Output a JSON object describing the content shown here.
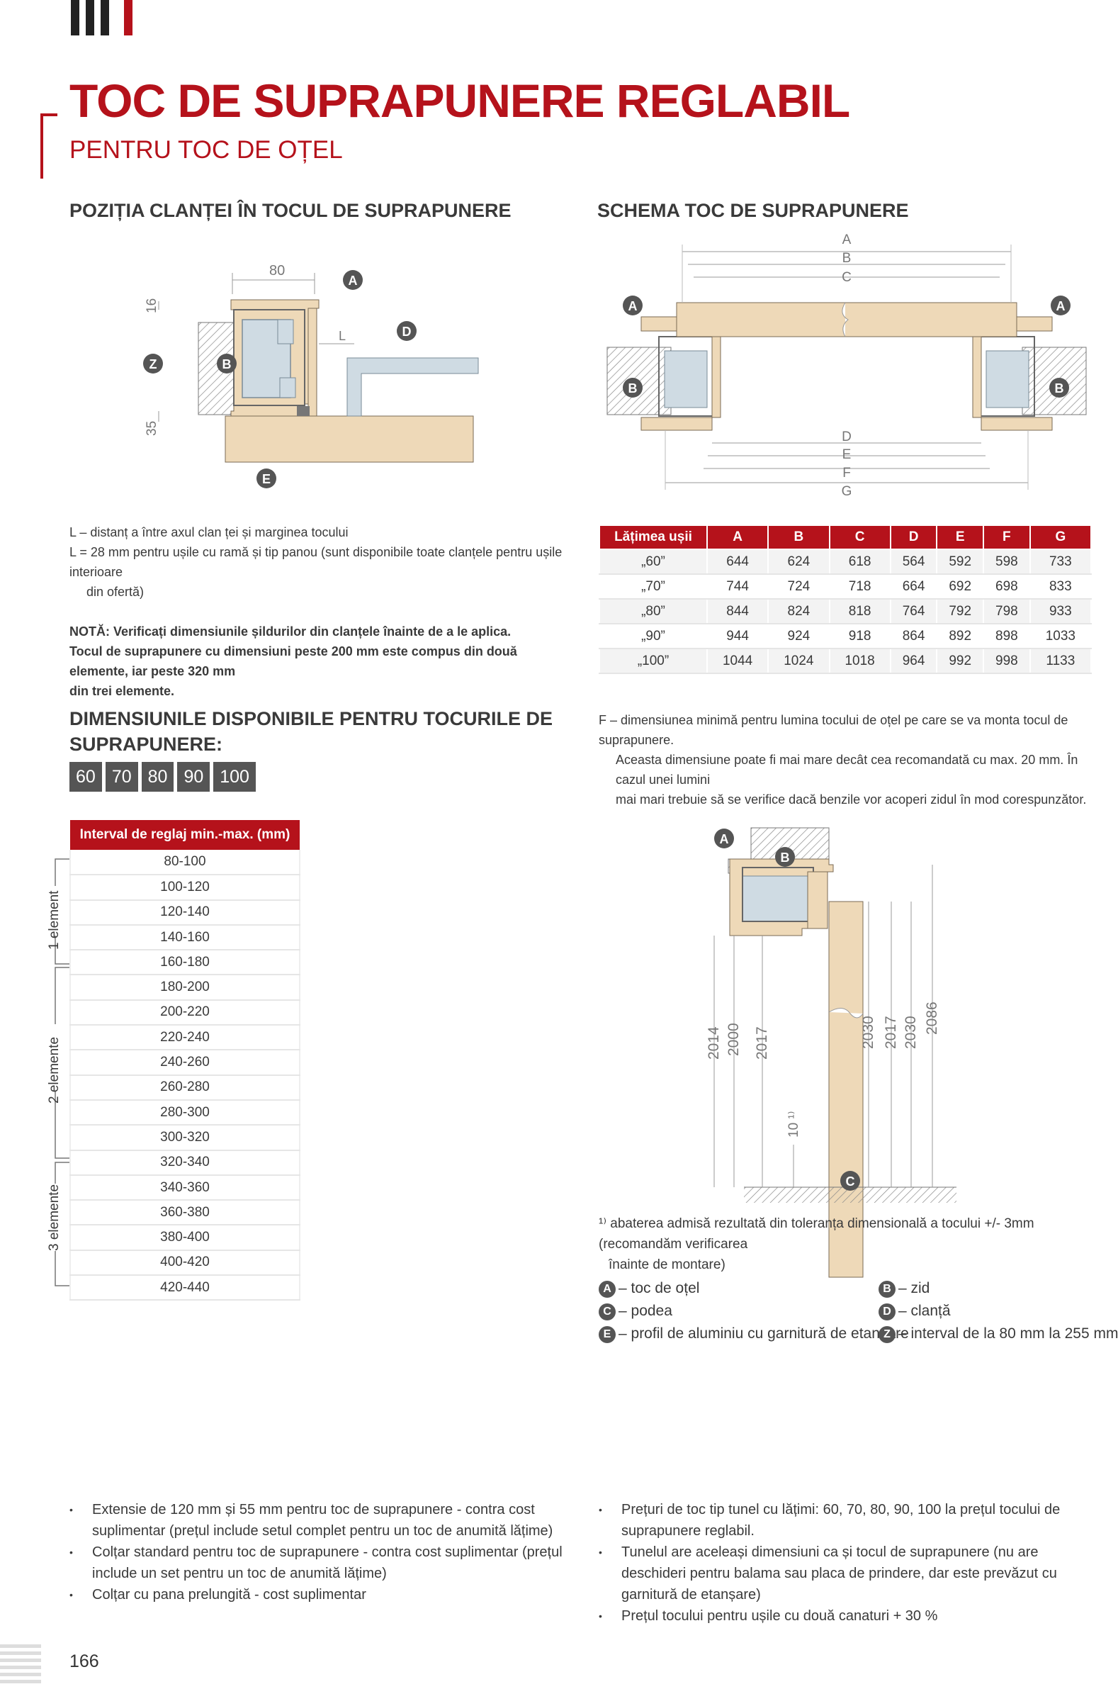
{
  "header": {
    "title": "TOC DE SUPRAPUNERE REGLABIL",
    "subtitle": "PENTRU TOC DE OȚEL"
  },
  "sections": {
    "handle_position": "POZIȚIA CLANȚEI ÎN TOCUL DE SUPRAPUNERE",
    "frame_scheme": "SCHEMA TOC DE SUPRAPUNERE",
    "available_dimensions": "DIMENSIUNILE DISPONIBILE PENTRU TOCURILE DE SUPRAPUNERE:"
  },
  "diagram1": {
    "dim_80": "80",
    "dim_16": "16",
    "dim_35": "35",
    "dim_L": "L",
    "labels": [
      "A",
      "B",
      "D",
      "E",
      "Z"
    ]
  },
  "diagram2": {
    "top_labels": [
      "A",
      "B",
      "C"
    ],
    "bottom_labels": [
      "D",
      "E",
      "F",
      "G"
    ],
    "side_labels": [
      "A",
      "B"
    ]
  },
  "notes": {
    "l_def1": "L – distanț a între axul clan ței și marginea tocului",
    "l_def2": "L = 28 mm pentru ușile cu ramă și tip panou (sunt disponibile toate clanțele pentru ușile interioare",
    "l_def3": "din ofertă)",
    "note1": "NOTĂ: Verificați dimensiunile șildurilor din clanțele înainte de a le aplica.",
    "note2": "Tocul de suprapunere cu dimensiuni peste 200 mm este compus din două elemente, iar peste 320 mm",
    "note3": "din trei elemente."
  },
  "spec_table": {
    "headers": [
      "Lățimea ușii",
      "A",
      "B",
      "C",
      "D",
      "E",
      "F",
      "G"
    ],
    "rows": [
      [
        "„60”",
        "644",
        "624",
        "618",
        "564",
        "592",
        "598",
        "733"
      ],
      [
        "„70”",
        "744",
        "724",
        "718",
        "664",
        "692",
        "698",
        "833"
      ],
      [
        "„80”",
        "844",
        "824",
        "818",
        "764",
        "792",
        "798",
        "933"
      ],
      [
        "„90”",
        "944",
        "924",
        "918",
        "864",
        "892",
        "898",
        "1033"
      ],
      [
        "„100”",
        "1044",
        "1024",
        "1018",
        "964",
        "992",
        "998",
        "1133"
      ]
    ]
  },
  "f_note": {
    "line1": "F – dimensiunea minimă pentru lumina tocului de oțel pe care se va monta tocul de suprapunere.",
    "line2": "Aceasta dimensiune poate fi mai mare decât cea recomandată cu max. 20 mm. În cazul unei lumini",
    "line3": "mai mari trebuie să se verifice dacă benzile vor acoperi zidul în mod corespunzător."
  },
  "sizes": [
    "60",
    "70",
    "80",
    "90",
    "100"
  ],
  "interval_table": {
    "header": "Interval de reglaj min.-max. (mm)",
    "rows": [
      "80-100",
      "100-120",
      "120-140",
      "140-160",
      "160-180",
      "180-200",
      "200-220",
      "220-240",
      "240-260",
      "260-280",
      "280-300",
      "300-320",
      "320-340",
      "340-360",
      "360-380",
      "380-400",
      "400-420",
      "420-440"
    ],
    "groups": [
      "1 element",
      "2 elemente",
      "3 elemente"
    ]
  },
  "diagram3": {
    "dims": [
      "2014",
      "2000",
      "2017",
      "10 ¹⁾",
      "2030",
      "2017",
      "2030",
      "2086"
    ],
    "labels": [
      "A",
      "B",
      "C"
    ]
  },
  "footnote": {
    "line1": "¹⁾ abaterea admisă rezultată din toleranța dimensională a tocului +/- 3mm (recomandăm verificarea",
    "line2": "înainte de montare)"
  },
  "legend": [
    {
      "key": "A",
      "text": "– toc de oțel"
    },
    {
      "key": "B",
      "text": "– zid"
    },
    {
      "key": "C",
      "text": "– podea"
    },
    {
      "key": "D",
      "text": "– clanță"
    },
    {
      "key": "E",
      "text": "– profil de aluminiu cu garnitură de etanșare"
    },
    {
      "key": "Z",
      "text": "– interval de la 80 mm la 255 mm"
    }
  ],
  "bullets_left": [
    "Extensie de 120 mm și 55 mm pentru toc de suprapunere - contra cost suplimentar (prețul include setul complet pentru un toc de anumită lățime)",
    "Colțar standard pentru toc de suprapunere - contra cost suplimentar (prețul include un set pentru un toc de anumită lățime)",
    "Colțar cu pana prelungită - cost suplimentar"
  ],
  "bullets_right": [
    "Prețuri de toc tip tunel cu lățimi: 60, 70, 80, 90, 100 la prețul tocului de suprapunere reglabil.",
    "Tunelul are aceleași dimensiuni ca și tocul de suprapunere (nu are deschideri pentru balama sau placa de prindere, dar este prevăzut cu garnitură de etanșare)",
    "Prețul tocului pentru ușile cu două canaturi + 30 %"
  ],
  "page_number": "166",
  "colors": {
    "accent": "#b5121b",
    "text": "#3a3a3a",
    "wood": "#eed9b8",
    "steel": "#cfdbe3"
  }
}
